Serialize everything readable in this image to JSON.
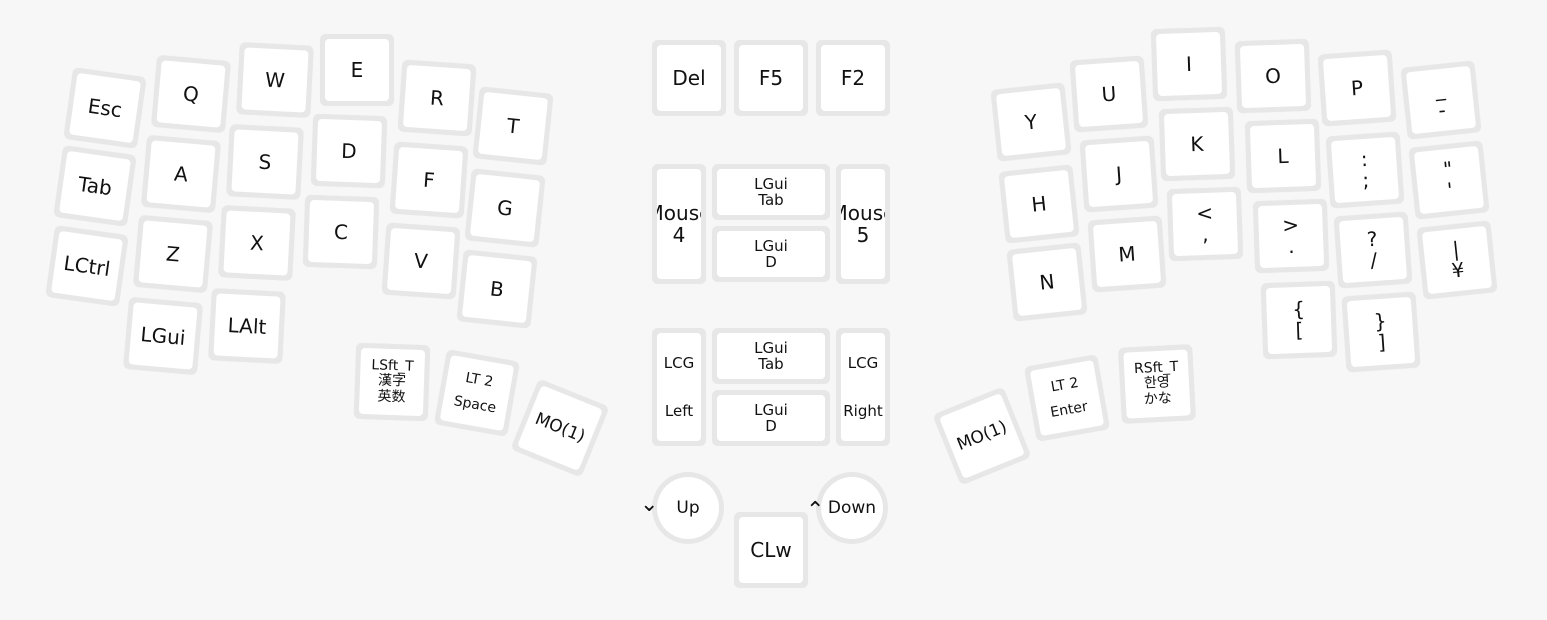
{
  "keys": {
    "esc": "Esc",
    "q": "Q",
    "w": "W",
    "e": "E",
    "r": "R",
    "t": "T",
    "tab": "Tab",
    "a": "A",
    "s": "S",
    "d": "D",
    "f": "F",
    "g": "G",
    "lctrl": "LCtrl",
    "z": "Z",
    "x": "X",
    "c": "C",
    "v": "V",
    "b": "B",
    "lgui": "LGui",
    "lalt": "LAlt",
    "lsft_t": [
      "LSft_T",
      "漢字",
      "英数"
    ],
    "lt2_space": [
      "LT 2",
      "Space"
    ],
    "mo1_left": "MO(1)",
    "y": "Y",
    "u": "U",
    "i": "I",
    "o": "O",
    "p": "P",
    "minus": [
      "_",
      "-"
    ],
    "h": "H",
    "j": "J",
    "k": "K",
    "l": "L",
    "semicolon": [
      ":",
      ";"
    ],
    "quote": [
      "\"",
      "'"
    ],
    "n": "N",
    "m": "M",
    "comma": [
      "<",
      ","
    ],
    "period": [
      ">",
      "."
    ],
    "slash": [
      "?",
      "/"
    ],
    "yen": [
      "|",
      "¥"
    ],
    "lbracket": [
      "{",
      "["
    ],
    "rbracket": [
      "}",
      "]"
    ],
    "mo1_right": "MO(1)",
    "lt2_enter": [
      "LT 2",
      "Enter"
    ],
    "rsft_t": [
      "RSft_T",
      "한영",
      "かな"
    ],
    "del": "Del",
    "f5": "F5",
    "f2": "F2",
    "mouse4": [
      "Mouse",
      "4"
    ],
    "mouse5": [
      "Mouse",
      "5"
    ],
    "lgui_tab_1": [
      "LGui",
      "Tab"
    ],
    "lgui_d_1": [
      "LGui",
      "D"
    ],
    "lcg_left": [
      "LCG",
      "Left"
    ],
    "lcg_right": [
      "LCG",
      "Right"
    ],
    "lgui_tab_2": [
      "LGui",
      "Tab"
    ],
    "lgui_d_2": [
      "LGui",
      "D"
    ],
    "enc_up": "Up",
    "enc_down": "Down",
    "clw": "CLw"
  },
  "encoder_arrows": {
    "left": "⌄",
    "right": "⌃"
  }
}
